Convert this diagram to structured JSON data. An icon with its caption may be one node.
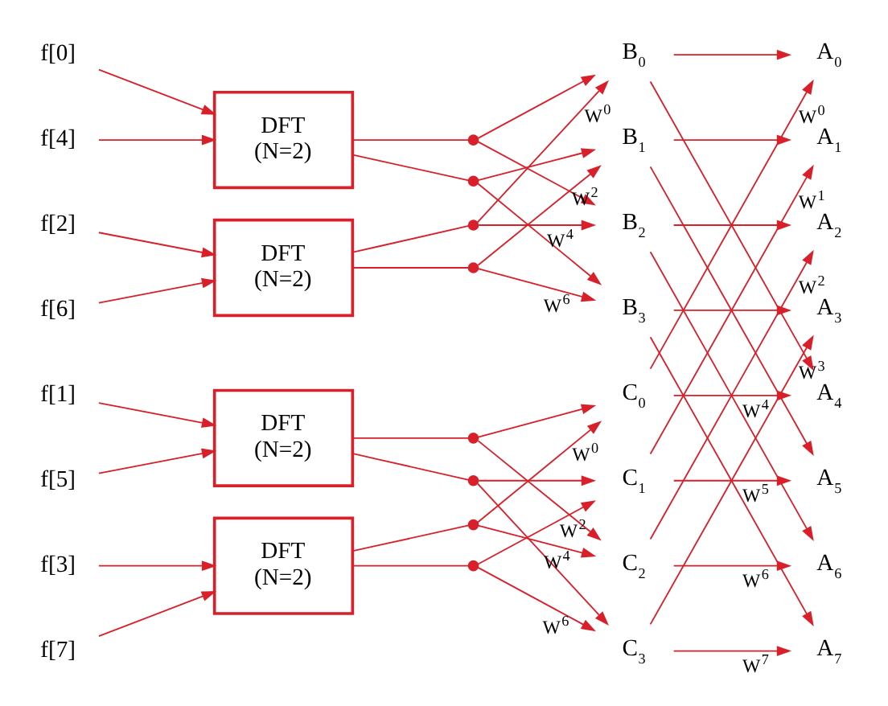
{
  "diagram": {
    "nodes": [
      {
        "text": [
          "f[0]"
        ]
      },
      {
        "text": [
          "f[4]"
        ]
      },
      {
        "text": [
          "f[2]"
        ]
      },
      {
        "text": [
          "f[6]"
        ]
      },
      {
        "text": [
          "f[1]"
        ]
      },
      {
        "text": [
          "f[5]"
        ]
      },
      {
        "text": [
          "f[3]"
        ]
      },
      {
        "text": [
          "f[7]"
        ]
      },
      {
        "text": [
          "DFT (N=2)"
        ]
      },
      {
        "text": [
          "DFT (N=2)"
        ]
      },
      {
        "text": [
          "DFT (N=2)"
        ]
      },
      {
        "text": [
          "DFT (N=2)"
        ]
      },
      {
        "text": [],
        "shape": "circle"
      },
      {
        "text": [],
        "shape": "circle"
      },
      {
        "text": [],
        "shape": "circle"
      },
      {
        "text": [],
        "shape": "circle"
      },
      {
        "text": [],
        "shape": "circle"
      },
      {
        "text": [],
        "shape": "circle"
      },
      {
        "text": [],
        "shape": "circle"
      },
      {
        "text": [],
        "shape": "circle"
      },
      {
        "text": [
          "B$_{0}$"
        ]
      },
      {
        "text": [
          "B$_{1}$"
        ]
      },
      {
        "text": [
          "B$_{2}$"
        ]
      },
      {
        "text": [
          "B$_{3}$"
        ]
      },
      {
        "text": [
          "C$_{0}$"
        ]
      },
      {
        "text": [
          "C$_{1}$"
        ]
      },
      {
        "text": [
          "C$_{2}$"
        ]
      },
      {
        "text": [
          "C$_{3}$"
        ]
      },
      {
        "text": [
          "A$_{0}$"
        ]
      },
      {
        "text": [
          "A$_{1}$"
        ]
      },
      {
        "text": [
          "A$_{2}$"
        ]
      },
      {
        "text": [
          "A$_{3}$"
        ]
      },
      {
        "text": [
          "A$_{4}$"
        ]
      },
      {
        "text": [
          "A$_{5}$"
        ]
      },
      {
        "text": [
          "A$_{6}$"
        ]
      },
      {
        "text": [
          "A$_{7}$"
        ]
      }
    ],
    "edges": [
      {
        "from": 0,
        "to": 8,
        "arrow": "to"
      },
      {
        "from": 1,
        "to": 8,
        "arrow": "to"
      },
      {
        "from": 2,
        "to": 9,
        "arrow": "to"
      },
      {
        "from": 3,
        "to": 9,
        "arrow": "to"
      },
      {
        "from": 4,
        "to": 10,
        "arrow": "to"
      },
      {
        "from": 5,
        "to": 10,
        "arrow": "to"
      },
      {
        "from": 6,
        "to": 11,
        "arrow": "to"
      },
      {
        "from": 7,
        "to": 11,
        "arrow": "to"
      },
      {
        "from": 8,
        "to": 12,
        "arrow": "none"
      },
      {
        "from": 8,
        "to": 13,
        "arrow": "none"
      },
      {
        "from": 9,
        "to": 14,
        "arrow": "none"
      },
      {
        "from": 9,
        "to": 15,
        "arrow": "none"
      },
      {
        "from": 10,
        "to": 16,
        "arrow": "none"
      },
      {
        "from": 10,
        "to": 17,
        "arrow": "none"
      },
      {
        "from": 11,
        "to": 18,
        "arrow": "none"
      },
      {
        "from": 11,
        "to": 19,
        "arrow": "none"
      },
      {
        "from": 12,
        "to": 20,
        "arrow": "to"
      },
      {
        "from": 14,
        "to": 20,
        "arrow": "to",
        "label": "W$^{0}$"
      },
      {
        "from": 13,
        "to": 21,
        "arrow": "to"
      },
      {
        "from": 15,
        "to": 21,
        "arrow": "to",
        "label": "W$^{2}$"
      },
      {
        "from": 12,
        "to": 22,
        "arrow": "to"
      },
      {
        "from": 14,
        "to": 22,
        "arrow": "to",
        "label": "W$^{4}$"
      },
      {
        "from": 13,
        "to": 23,
        "arrow": "to"
      },
      {
        "from": 15,
        "to": 23,
        "arrow": "to",
        "label": "W$^{6}$"
      },
      {
        "from": 16,
        "to": 24,
        "arrow": "to"
      },
      {
        "from": 18,
        "to": 24,
        "arrow": "to",
        "label": "W$^{0}$"
      },
      {
        "from": 17,
        "to": 25,
        "arrow": "to"
      },
      {
        "from": 19,
        "to": 25,
        "arrow": "to",
        "label": "W$^{2}$"
      },
      {
        "from": 16,
        "to": 26,
        "arrow": "to"
      },
      {
        "from": 18,
        "to": 26,
        "arrow": "to",
        "label": "W$^{4}$"
      },
      {
        "from": 17,
        "to": 27,
        "arrow": "to"
      },
      {
        "from": 19,
        "to": 27,
        "arrow": "to",
        "label": "W$^{6}$"
      },
      {
        "from": 20,
        "to": 28,
        "arrow": "to"
      },
      {
        "from": 24,
        "to": 28,
        "arrow": "to",
        "label": "W$^{0}$"
      },
      {
        "from": 21,
        "to": 29,
        "arrow": "to"
      },
      {
        "from": 25,
        "to": 29,
        "arrow": "to",
        "label": "W$^{1}$"
      },
      {
        "from": 22,
        "to": 30,
        "arrow": "to"
      },
      {
        "from": 26,
        "to": 30,
        "arrow": "to",
        "label": "W$^{2}$"
      },
      {
        "from": 23,
        "to": 31,
        "arrow": "to"
      },
      {
        "from": 27,
        "to": 31,
        "arrow": "to",
        "label": "W$^{3}$"
      },
      {
        "from": 20,
        "to": 32,
        "arrow": "to"
      },
      {
        "from": 24,
        "to": 32,
        "arrow": "to",
        "label": "W$^{4}$"
      },
      {
        "from": 21,
        "to": 33,
        "arrow": "to"
      },
      {
        "from": 25,
        "to": 33,
        "arrow": "to",
        "label": "W$^{5}$"
      },
      {
        "from": 22,
        "to": 34,
        "arrow": "to"
      },
      {
        "from": 26,
        "to": 34,
        "arrow": "to",
        "label": "W$^{6}$"
      },
      {
        "from": 23,
        "to": 35,
        "arrow": "to"
      },
      {
        "from": 27,
        "to": 35,
        "arrow": "to",
        "label": "W$^{7}$"
      }
    ]
  }
}
